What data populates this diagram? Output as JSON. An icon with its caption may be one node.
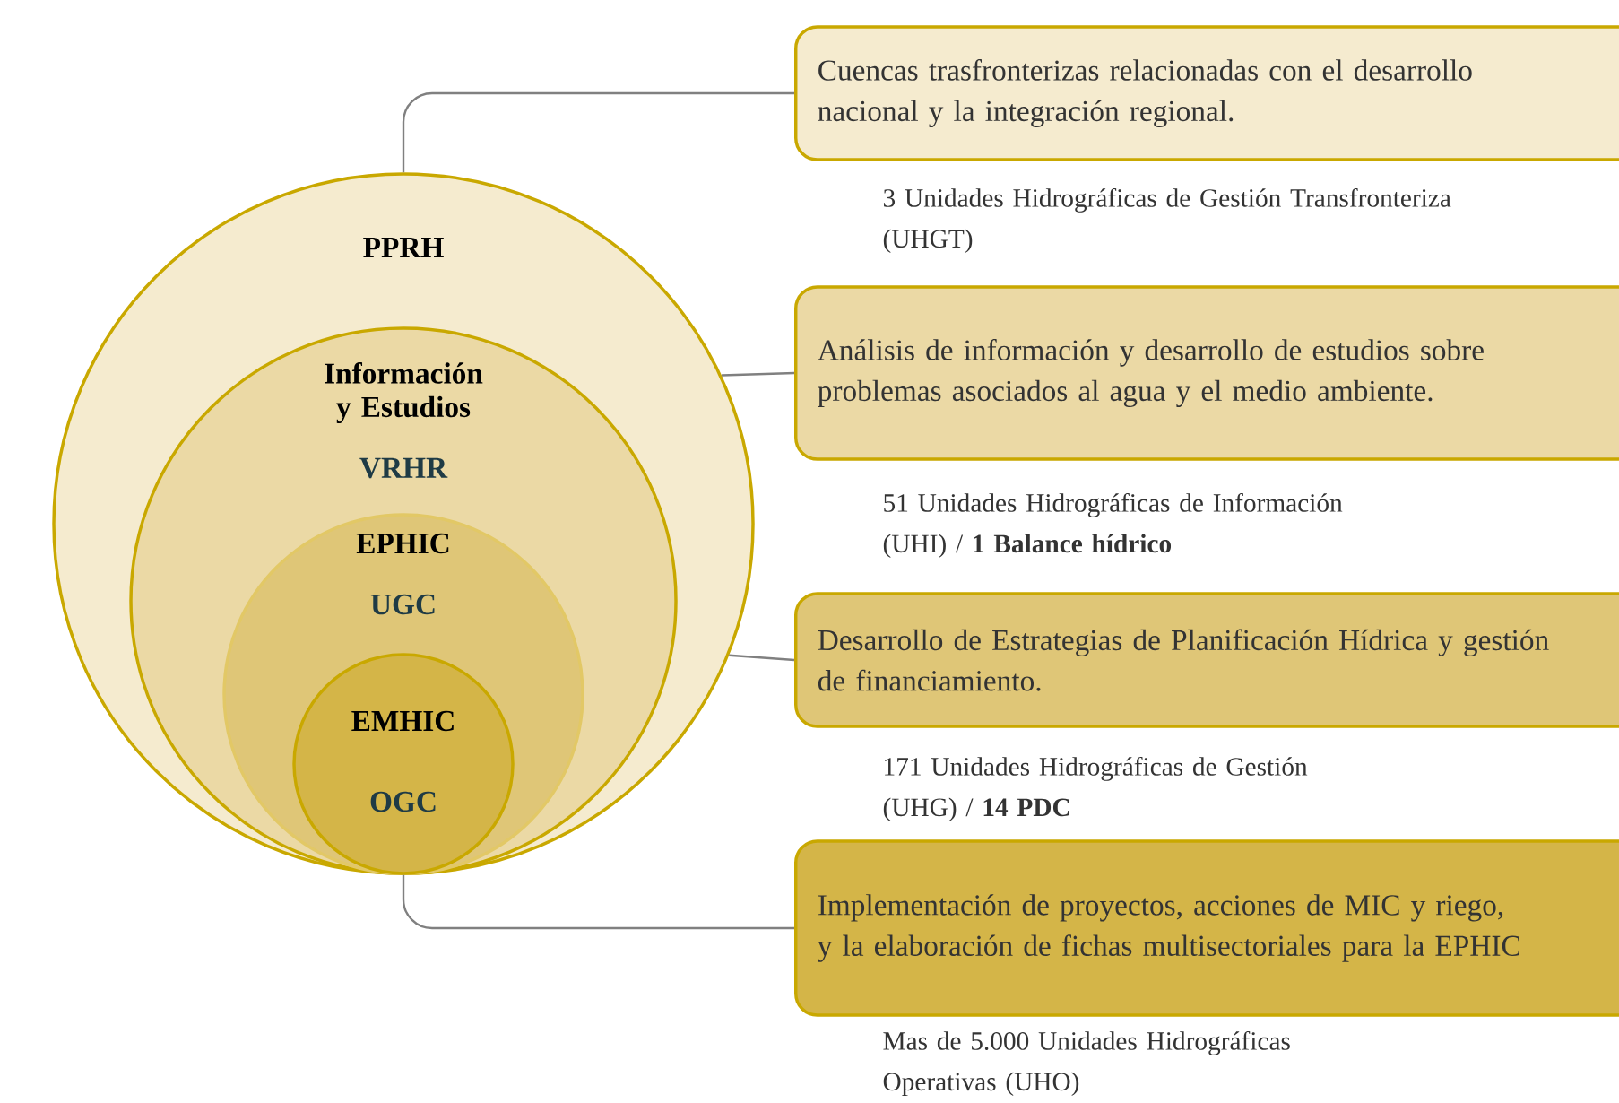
{
  "diagram": {
    "nodes": [
      {
        "text": [
          "PPRH"
        ]
      },
      {
        "text": [
          "Información y Estudios",
          "VRHR"
        ],
        "in": 0
      },
      {
        "text": [
          "EPHIC",
          "UGC"
        ],
        "in": 1
      },
      {
        "text": [
          "EMHIC",
          "OGC"
        ],
        "in": 2
      },
      {
        "text": [
          "Cuencas trasfronterizas relacionadas con el desarrollo nacional y la integración regional."
        ],
        "beside": [
          "3 Unidades Hidrográficas de Gestión Transfronteriza (UHGT)"
        ]
      },
      {
        "text": [
          "Análisis de información y desarrollo de estudios sobre problemas asociados al agua y el medio ambiente."
        ],
        "beside": [
          "51 Unidades Hidrográficas de Información (UHI) / **1 Balance hídrico**"
        ]
      },
      {
        "text": [
          "Desarrollo de Estrategias de Planificación Hídrica y gestión de financiamiento."
        ],
        "beside": [
          "171 Unidades Hidrográficas de Gestión (UHG) / **14 PDC**"
        ]
      },
      {
        "text": [
          "Implementación de proyectos, acciones de MIC y riego, y la elaboración de fichas multisectoriales para la EPHIC"
        ],
        "beside": [
          "Mas de 5.000 Unidades Hidrográficas Operativas (UHO)"
        ]
      }
    ],
    "edges": [
      {
        "from": 0,
        "to": 4,
        "arrow": "none"
      },
      {
        "from": 0,
        "to": 5,
        "arrow": "none"
      },
      {
        "from": 0,
        "to": 6,
        "arrow": "none"
      },
      {
        "from": 3,
        "to": 7,
        "arrow": "none"
      }
    ]
  }
}
